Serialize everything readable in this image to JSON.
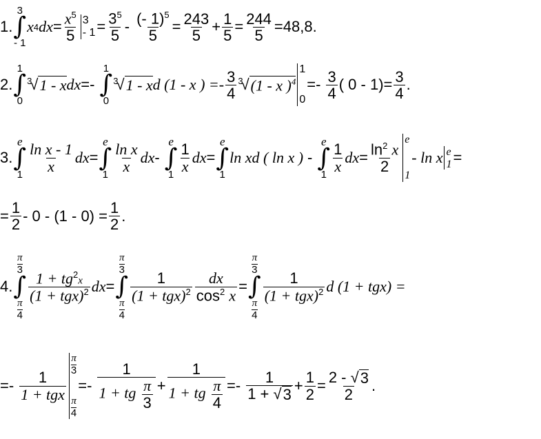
{
  "p1": {
    "num": "1.",
    "int_lo": "- 1",
    "int_hi": "3",
    "x": "x",
    "p4": "4",
    "dx": "dx",
    "eq": "=",
    "x5": "x",
    "p5": "5",
    "den5": "5",
    "bar_hi": "3",
    "bar_lo": "- 1",
    "t3": "3",
    "minus": "-",
    "negone": "(- 1)",
    "r1_num": "243",
    "plus": "+",
    "one": "1",
    "r2_num": "244",
    "result": "=48,8."
  },
  "p2": {
    "num": "2.",
    "hi": "1",
    "lo": "0",
    "idx": "3",
    "rad": "1 -  x",
    "dx": "dx",
    "eq": "=-",
    "d_text": "d (1 -  x ) =-",
    "c_num": "3",
    "c_den": "4",
    "rad2": "(1 -  x )",
    "p4": "4",
    "bar_hi": "1",
    "bar_lo": "0",
    "tail1": "=-",
    "paren": "( 0 - 1)",
    "eq2": "=",
    "end": "."
  },
  "p3": {
    "num": "3.",
    "hi": "e",
    "lo": "1",
    "f1_num": "ln x - 1",
    "f1_den": "x",
    "dx": "dx",
    "eq": "=",
    "f2_num": "ln x",
    "f2_den": "x",
    "minus": "-",
    "f3_num": "1",
    "f3_den": "x",
    "lnx": "ln x",
    "d_lnx": "d ( ln x )",
    "f4_num": "ln",
    "p2": "2",
    "f4_x": "x",
    "f4_den": "2",
    "tail": "- ln x",
    "bar_hi": "e",
    "bar_lo": "1",
    "end": "="
  },
  "p3b": {
    "eq": "=",
    "a_num": "1",
    "a_den": "2",
    "mid": "- 0 - (1 - 0) =",
    "b_num": "1",
    "b_den": "2",
    "end": "."
  },
  "p4": {
    "num": "4.",
    "pi": "π",
    "three": "3",
    "four": "4",
    "n1": "1 + tg",
    "p2": "2",
    "xx": "x",
    "d1": "(1 + tgx)",
    "dx": "dx",
    "eq": "=",
    "one": "1",
    "dxn": "dx",
    "cos": "cos",
    "cx": "x",
    "d_text": "d (1 + tgx) ="
  },
  "p5": {
    "lead": "=-",
    "one": "1",
    "den_a": "1 + tgx",
    "pi": "π",
    "three": "3",
    "four": "4",
    "eq1": "=-",
    "den_b": "1 + tg",
    "plus": "+",
    "eq2": "=-",
    "den_c": "1 +",
    "sq3": "3",
    "half_n": "1",
    "half_d": "2",
    "eq3": "=",
    "fin_num": "2 -",
    "fin_den": "2",
    "end": "."
  }
}
